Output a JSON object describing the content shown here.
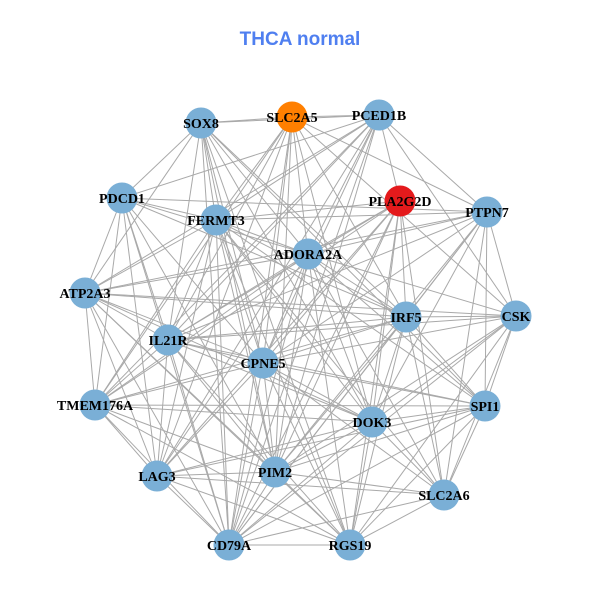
{
  "title": "THCA normal",
  "colors": {
    "default": "#7aafd6",
    "highlight_orange": "#ff7f00",
    "highlight_red": "#e41a1c",
    "edge": "#a9a9a9",
    "title": "#4f7ff0"
  },
  "nodes": [
    {
      "id": 0,
      "label": "SOX8",
      "color": "#7aafd6"
    },
    {
      "id": 1,
      "label": "SLC2A5",
      "color": "#ff7f00"
    },
    {
      "id": 2,
      "label": "PCED1B",
      "color": "#7aafd6"
    },
    {
      "id": 3,
      "label": "PDCD1",
      "color": "#7aafd6"
    },
    {
      "id": 4,
      "label": "FERMT3",
      "color": "#7aafd6"
    },
    {
      "id": 5,
      "label": "PLA2G2D",
      "color": "#e41a1c"
    },
    {
      "id": 6,
      "label": "PTPN7",
      "color": "#7aafd6"
    },
    {
      "id": 7,
      "label": "ADORA2A",
      "color": "#7aafd6"
    },
    {
      "id": 8,
      "label": "ATP2A3",
      "color": "#7aafd6"
    },
    {
      "id": 9,
      "label": "IRF5",
      "color": "#7aafd6"
    },
    {
      "id": 10,
      "label": "CSK",
      "color": "#7aafd6"
    },
    {
      "id": 11,
      "label": "IL21R",
      "color": "#7aafd6"
    },
    {
      "id": 12,
      "label": "CPNE5",
      "color": "#7aafd6"
    },
    {
      "id": 13,
      "label": "TMEM176A",
      "color": "#7aafd6"
    },
    {
      "id": 14,
      "label": "SPI1",
      "color": "#7aafd6"
    },
    {
      "id": 15,
      "label": "DOK3",
      "color": "#7aafd6"
    },
    {
      "id": 16,
      "label": "LAG3",
      "color": "#7aafd6"
    },
    {
      "id": 17,
      "label": "PIM2",
      "color": "#7aafd6"
    },
    {
      "id": 18,
      "label": "SLC2A6",
      "color": "#7aafd6"
    },
    {
      "id": 19,
      "label": "CD79A",
      "color": "#7aafd6"
    },
    {
      "id": 20,
      "label": "RGS19",
      "color": "#7aafd6"
    }
  ],
  "edges": [
    [
      0,
      1
    ],
    [
      0,
      2
    ],
    [
      0,
      3
    ],
    [
      0,
      4
    ],
    [
      0,
      7
    ],
    [
      0,
      8
    ],
    [
      0,
      9
    ],
    [
      0,
      11
    ],
    [
      0,
      12
    ],
    [
      0,
      15
    ],
    [
      0,
      17
    ],
    [
      0,
      19
    ],
    [
      0,
      14
    ],
    [
      0,
      20
    ],
    [
      1,
      2
    ],
    [
      1,
      4
    ],
    [
      1,
      7
    ],
    [
      1,
      9
    ],
    [
      1,
      11
    ],
    [
      1,
      12
    ],
    [
      1,
      13
    ],
    [
      1,
      15
    ],
    [
      1,
      16
    ],
    [
      1,
      17
    ],
    [
      1,
      19
    ],
    [
      1,
      10
    ],
    [
      1,
      6
    ],
    [
      2,
      3
    ],
    [
      2,
      4
    ],
    [
      2,
      5
    ],
    [
      2,
      6
    ],
    [
      2,
      7
    ],
    [
      2,
      8
    ],
    [
      2,
      11
    ],
    [
      2,
      12
    ],
    [
      2,
      13
    ],
    [
      2,
      16
    ],
    [
      2,
      17
    ],
    [
      2,
      19
    ],
    [
      2,
      10
    ],
    [
      3,
      4
    ],
    [
      3,
      7
    ],
    [
      3,
      8
    ],
    [
      3,
      9
    ],
    [
      3,
      11
    ],
    [
      3,
      12
    ],
    [
      3,
      13
    ],
    [
      3,
      16
    ],
    [
      3,
      19
    ],
    [
      3,
      6
    ],
    [
      3,
      17
    ],
    [
      4,
      5
    ],
    [
      4,
      7
    ],
    [
      4,
      8
    ],
    [
      4,
      9
    ],
    [
      4,
      11
    ],
    [
      4,
      12
    ],
    [
      4,
      13
    ],
    [
      4,
      14
    ],
    [
      4,
      15
    ],
    [
      4,
      16
    ],
    [
      4,
      17
    ],
    [
      4,
      18
    ],
    [
      4,
      19
    ],
    [
      4,
      6
    ],
    [
      4,
      20
    ],
    [
      5,
      7
    ],
    [
      5,
      9
    ],
    [
      5,
      11
    ],
    [
      5,
      12
    ],
    [
      5,
      15
    ],
    [
      5,
      16
    ],
    [
      5,
      17
    ],
    [
      5,
      18
    ],
    [
      5,
      19
    ],
    [
      5,
      13
    ],
    [
      5,
      20
    ],
    [
      6,
      7
    ],
    [
      6,
      9
    ],
    [
      6,
      10
    ],
    [
      6,
      12
    ],
    [
      6,
      14
    ],
    [
      6,
      15
    ],
    [
      6,
      17
    ],
    [
      6,
      18
    ],
    [
      6,
      19
    ],
    [
      6,
      8
    ],
    [
      6,
      11
    ],
    [
      7,
      8
    ],
    [
      7,
      9
    ],
    [
      7,
      11
    ],
    [
      7,
      12
    ],
    [
      7,
      13
    ],
    [
      7,
      14
    ],
    [
      7,
      15
    ],
    [
      7,
      16
    ],
    [
      7,
      17
    ],
    [
      7,
      18
    ],
    [
      7,
      19
    ],
    [
      7,
      20
    ],
    [
      7,
      10
    ],
    [
      8,
      9
    ],
    [
      8,
      11
    ],
    [
      8,
      12
    ],
    [
      8,
      13
    ],
    [
      8,
      16
    ],
    [
      8,
      17
    ],
    [
      8,
      19
    ],
    [
      8,
      10
    ],
    [
      8,
      15
    ],
    [
      8,
      20
    ],
    [
      9,
      10
    ],
    [
      9,
      11
    ],
    [
      9,
      12
    ],
    [
      9,
      14
    ],
    [
      9,
      15
    ],
    [
      9,
      17
    ],
    [
      9,
      18
    ],
    [
      9,
      19
    ],
    [
      9,
      20
    ],
    [
      9,
      13
    ],
    [
      10,
      11
    ],
    [
      10,
      12
    ],
    [
      10,
      14
    ],
    [
      10,
      15
    ],
    [
      10,
      17
    ],
    [
      10,
      18
    ],
    [
      10,
      19
    ],
    [
      10,
      20
    ],
    [
      11,
      12
    ],
    [
      11,
      13
    ],
    [
      11,
      15
    ],
    [
      11,
      16
    ],
    [
      11,
      17
    ],
    [
      11,
      19
    ],
    [
      11,
      20
    ],
    [
      11,
      14
    ],
    [
      12,
      13
    ],
    [
      12,
      14
    ],
    [
      12,
      15
    ],
    [
      12,
      16
    ],
    [
      12,
      17
    ],
    [
      12,
      18
    ],
    [
      12,
      19
    ],
    [
      12,
      20
    ],
    [
      13,
      15
    ],
    [
      13,
      16
    ],
    [
      13,
      17
    ],
    [
      13,
      19
    ],
    [
      13,
      20
    ],
    [
      13,
      14
    ],
    [
      14,
      15
    ],
    [
      14,
      17
    ],
    [
      14,
      18
    ],
    [
      14,
      19
    ],
    [
      14,
      20
    ],
    [
      14,
      16
    ],
    [
      15,
      16
    ],
    [
      15,
      17
    ],
    [
      15,
      18
    ],
    [
      15,
      19
    ],
    [
      15,
      20
    ],
    [
      16,
      17
    ],
    [
      16,
      19
    ],
    [
      16,
      20
    ],
    [
      16,
      18
    ],
    [
      17,
      18
    ],
    [
      17,
      19
    ],
    [
      17,
      20
    ],
    [
      18,
      19
    ],
    [
      18,
      20
    ],
    [
      19,
      20
    ]
  ]
}
